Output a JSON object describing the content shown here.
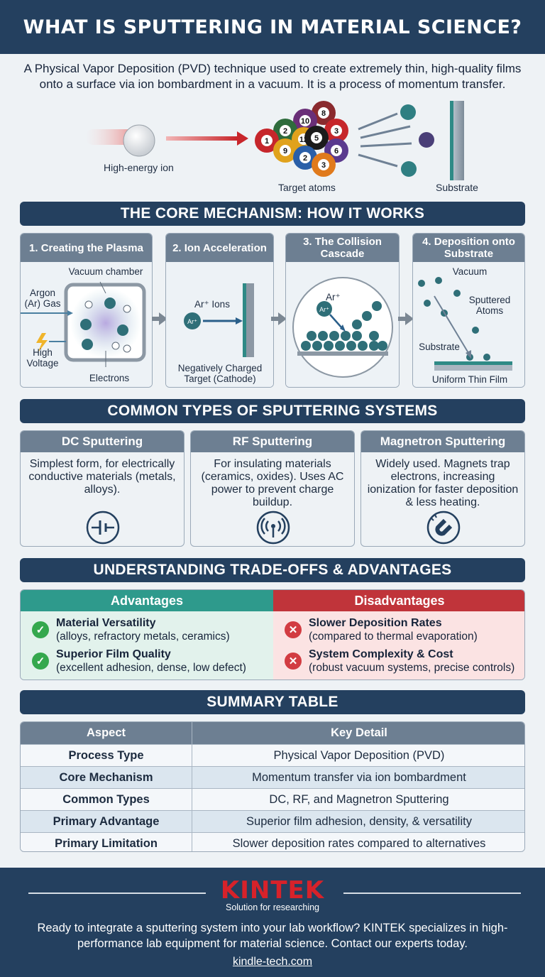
{
  "header": {
    "title": "WHAT IS SPUTTERING IN MATERIAL SCIENCE?"
  },
  "intro": {
    "text": "A Physical Vapor Deposition (PVD) technique used to create extremely thin, high-quality films onto a surface via ion bombardment in a vacuum. It is a process of momentum transfer."
  },
  "hero": {
    "ion_label": "High-energy ion",
    "target_label": "Target atoms",
    "substrate_label": "Substrate",
    "ball_numbers": [
      "1",
      "2",
      "10",
      "8",
      "12",
      "5",
      "3",
      "9",
      "3",
      "2",
      "6",
      "3"
    ]
  },
  "mechanism": {
    "title": "THE CORE MECHANISM: HOW IT WORKS",
    "steps": [
      {
        "title": "1. Creating the Plasma",
        "labels": {
          "chamber": "Vacuum chamber",
          "gas": "Argon (Ar) Gas",
          "voltage": "High Voltage",
          "electrons": "Electrons"
        }
      },
      {
        "title": "2. Ion Acceleration",
        "labels": {
          "ions": "Ar⁺ Ions",
          "target": "Negatively Charged Target (Cathode)",
          "ion_symbol": "Ar⁺"
        }
      },
      {
        "title": "3. The Collision Cascade",
        "labels": {
          "ion_symbol": "Ar⁺"
        }
      },
      {
        "title": "4. Deposition onto Substrate",
        "labels": {
          "vacuum": "Vacuum",
          "atoms": "Sputtered Atoms",
          "substrate": "Substrate",
          "film": "Uniform Thin Film"
        }
      }
    ]
  },
  "types": {
    "title": "COMMON TYPES OF SPUTTERING SYSTEMS",
    "cards": [
      {
        "title": "DC Sputtering",
        "desc": "Simplest form, for electrically conductive materials (metals, alloys).",
        "icon": "battery-icon"
      },
      {
        "title": "RF Sputtering",
        "desc": "For insulating materials (ceramics, oxides). Uses AC power to prevent charge buildup.",
        "icon": "radio-wave-icon"
      },
      {
        "title": "Magnetron Sputtering",
        "desc": "Widely used. Magnets trap electrons, increasing ionization for faster deposition & less heating.",
        "icon": "magnet-icon"
      }
    ]
  },
  "tradeoffs": {
    "title": "UNDERSTANDING TRADE-OFFS & ADVANTAGES",
    "advantages": {
      "title": "Advantages",
      "items": [
        {
          "title": "Material Versatility",
          "detail": "(alloys, refractory metals, ceramics)"
        },
        {
          "title": "Superior Film Quality",
          "detail": "(excellent adhesion, dense, low defect)"
        }
      ]
    },
    "disadvantages": {
      "title": "Disadvantages",
      "items": [
        {
          "title": "Slower Deposition Rates",
          "detail": "(compared to thermal evaporation)"
        },
        {
          "title": "System Complexity & Cost",
          "detail": "(robust vacuum systems, precise controls)"
        }
      ]
    },
    "colors": {
      "advantage": "#2e9a8c",
      "disadvantage": "#c0343a"
    }
  },
  "summary": {
    "title": "SUMMARY TABLE",
    "headers": [
      "Aspect",
      "Key Detail"
    ],
    "rows": [
      [
        "Process Type",
        "Physical Vapor Deposition (PVD)"
      ],
      [
        "Core Mechanism",
        "Momentum transfer via ion bombardment"
      ],
      [
        "Common Types",
        "DC, RF, and Magnetron Sputtering"
      ],
      [
        "Primary Advantage",
        "Superior film adhesion, density, & versatility"
      ],
      [
        "Primary Limitation",
        "Slower deposition rates compared to alternatives"
      ]
    ]
  },
  "footer": {
    "logo": "KINTEK",
    "tagline": "Solution for researching",
    "cta": "Ready to integrate a sputtering system into your lab workflow? KINTEK specializes in high-performance lab equipment for material science. Contact our experts today.",
    "site": "kindle-tech.com"
  }
}
